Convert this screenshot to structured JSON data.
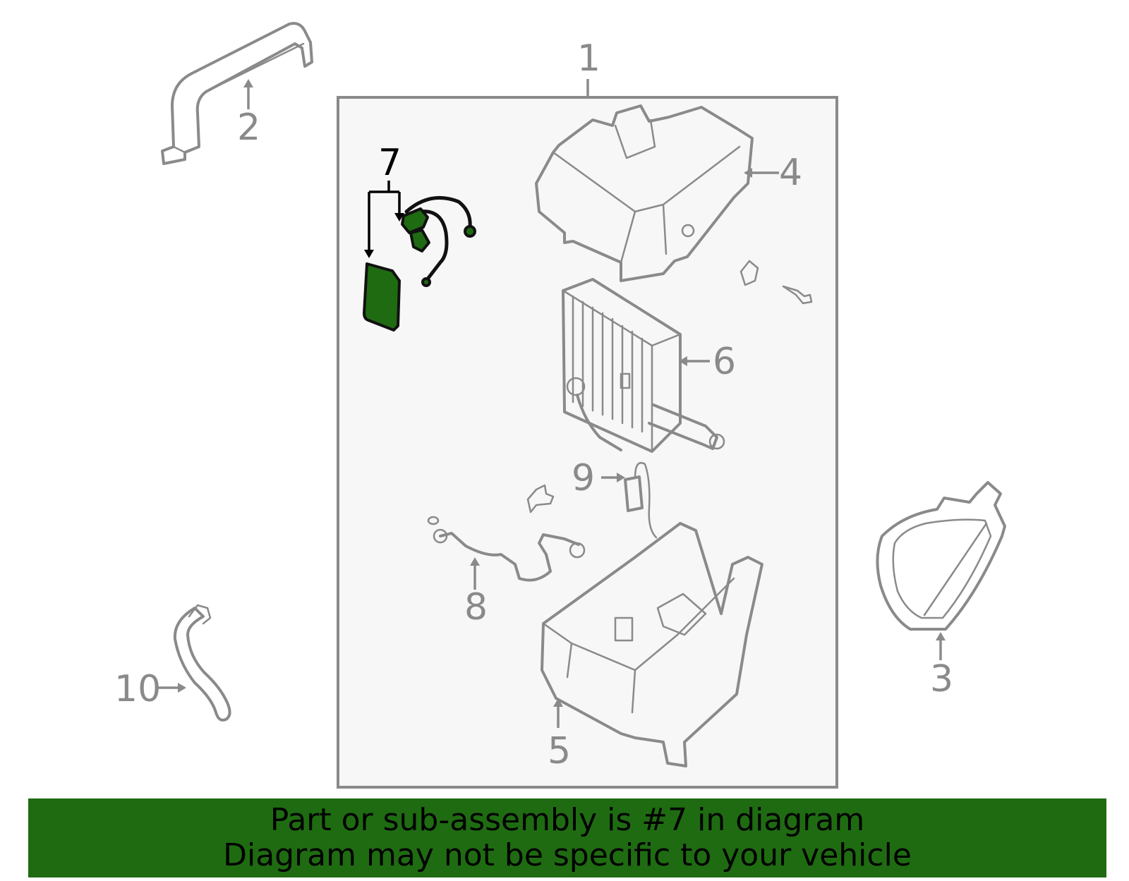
{
  "callouts": {
    "c1": "1",
    "c2": "2",
    "c3": "3",
    "c4": "4",
    "c5": "5",
    "c6": "6",
    "c7": "7",
    "c8": "8",
    "c9": "9",
    "c10": "10"
  },
  "highlight_part": "7",
  "colors": {
    "highlight": "#1f6b12",
    "parts": "#8a8a8a",
    "panel": "#f7f7f7"
  },
  "banner": {
    "line1": "Part or sub-assembly is #7 in diagram",
    "line2": "Diagram may not be specific to your vehicle"
  }
}
